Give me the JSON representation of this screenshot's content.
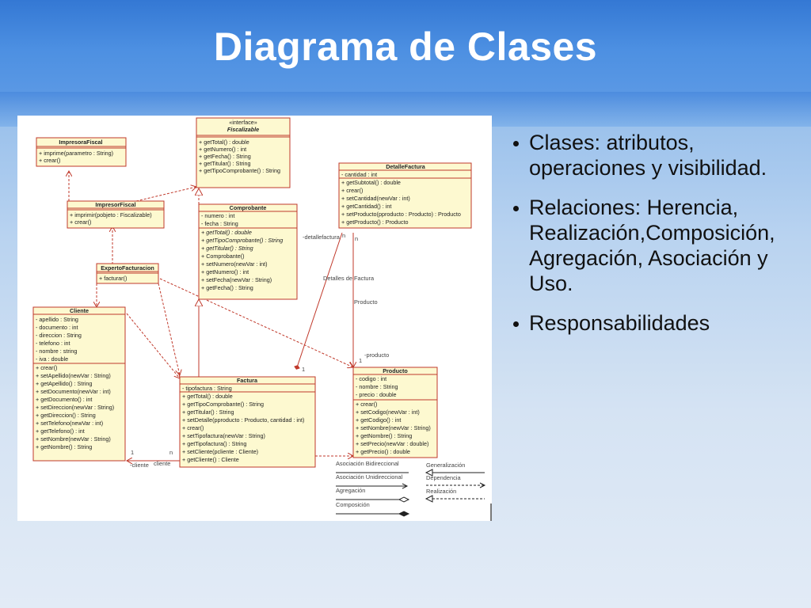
{
  "slide": {
    "title": "Diagrama de Clases",
    "bullets": [
      "Clases: atributos, operaciones y visibilidad.",
      "Relaciones: Herencia, Realización,Composición, Agregación, Asociación y Uso.",
      "Responsabilidades"
    ]
  },
  "diagram": {
    "classes": {
      "impresora_fiscal": {
        "name": "ImpresoraFiscal",
        "members": [
          "+ imprime(parametro : String)",
          "+ crear()"
        ]
      },
      "fiscalizable": {
        "stereotype": "«interface»",
        "name": "Fiscalizable",
        "members": [
          "+ getTotal() : double",
          "+ getNumero() : int",
          "+ getFecha() : String",
          "+ getTitular() : String",
          "+ getTipoComprobante() : String"
        ]
      },
      "impresor_fiscal": {
        "name": "ImpresorFiscal",
        "members": [
          "+ imprimir(pobjeto : Fiscalizable)",
          "+ crear()"
        ]
      },
      "comprobante": {
        "name": "Comprobante",
        "members": [
          "- numero : int",
          "- fecha : String",
          "+ getTotal() : double",
          "+ getTipoComprobante() : String",
          "+ getTitular() : String",
          "+ Comprobante()",
          "+ setNumero(newVar : int)",
          "+ getNumero() : int",
          "+ setFecha(newVar : String)",
          "+ getFecha() : String"
        ]
      },
      "detalle_factura": {
        "name": "DetalleFactura",
        "members": [
          "- cantidad : int",
          "+ getSubtotal() : double",
          "+ crear()",
          "+ setCantidad(newVar : int)",
          "+ getCantidad() : int",
          "+ setProducto(pproducto : Producto) : Producto",
          "+ getProducto() : Producto"
        ]
      },
      "experto_facturacion": {
        "name": "ExpertoFacturacion",
        "members": [
          "+ facturar()"
        ]
      },
      "cliente": {
        "name": "Cliente",
        "members": [
          "- apellido : String",
          "- documento : int",
          "- direccion : String",
          "- telefono : int",
          "- nombre : string",
          "- iva : double",
          "+ crear()",
          "+ setApellido(newVar : String)",
          "+ getApellido() : String",
          "+ setDocumento(newVar : int)",
          "+ getDocumento() : int",
          "+ setDireccion(newVar : String)",
          "+ getDireccion() : String",
          "+ setTelefono(newVar : int)",
          "+ getTelefono() : int",
          "+ setNombre(newVar : String)",
          "+ getNombre() : String"
        ]
      },
      "factura": {
        "name": "Factura",
        "members": [
          "- tipofactura : String",
          "+ getTotal() : double",
          "+ getTipoComprobante() : String",
          "+ getTitular() : String",
          "+ setDetalle(pproducto : Producto, cantidad : int)",
          "+ crear()",
          "+ setTipofactura(newVar : String)",
          "+ getTipofactura() : String",
          "+ setCliente(pcliente : Cliente)",
          "+ getCliente() : Cliente"
        ]
      },
      "producto": {
        "name": "Producto",
        "members": [
          "- codigo : int",
          "- nombre : String",
          "- precio : double",
          "+ crear()",
          "+ setCodigo(newVar : int)",
          "+ getCodigo() : int",
          "+ setNombre(newVar : String)",
          "+ getNombre() : String",
          "+ setPrecio(newVar : double)",
          "+ getPrecio() : double"
        ]
      }
    },
    "labels": {
      "detallefactura": "-detallefactura",
      "detalles_de_factura": "Detalles de Factura",
      "producto_role": "Producto",
      "producto_end": "-producto",
      "n1": "n",
      "n2": "n",
      "one1": "1",
      "one2": "1",
      "one3": "1",
      "cliente_role": "-cliente",
      "cliente_label": "cliente"
    },
    "legend": {
      "asoc_bidireccional": "Asociación Bidireccional",
      "asoc_unidireccional": "Asociación Unidireccional",
      "agregacion": "Agregación",
      "composicion": "Composición",
      "generalizacion": "Generalización",
      "dependencia": "Dependencia",
      "realizacion": "Realización"
    },
    "colors": {
      "class_fill": "#fdf9d0",
      "class_border": "#c0392b",
      "line": "#c0392b"
    }
  }
}
